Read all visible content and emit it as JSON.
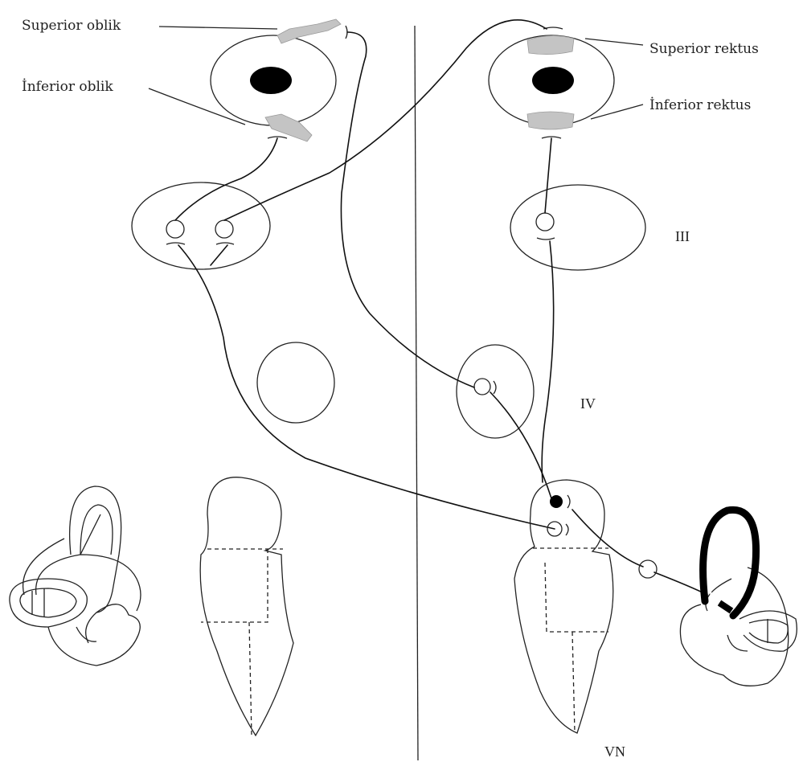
{
  "labels": {
    "superior_oblik": "Superior oblik",
    "inferior_oblik": "İnferior oblik",
    "superior_rektus": "Superior rektus",
    "inferior_rektus": "İnferior rektus",
    "nucleus_iii": "III",
    "nucleus_iv": "IV",
    "vn": "VN"
  },
  "colors": {
    "stroke": "#111111",
    "muscle_fill": "#c4c4c4",
    "background": "#ffffff"
  }
}
